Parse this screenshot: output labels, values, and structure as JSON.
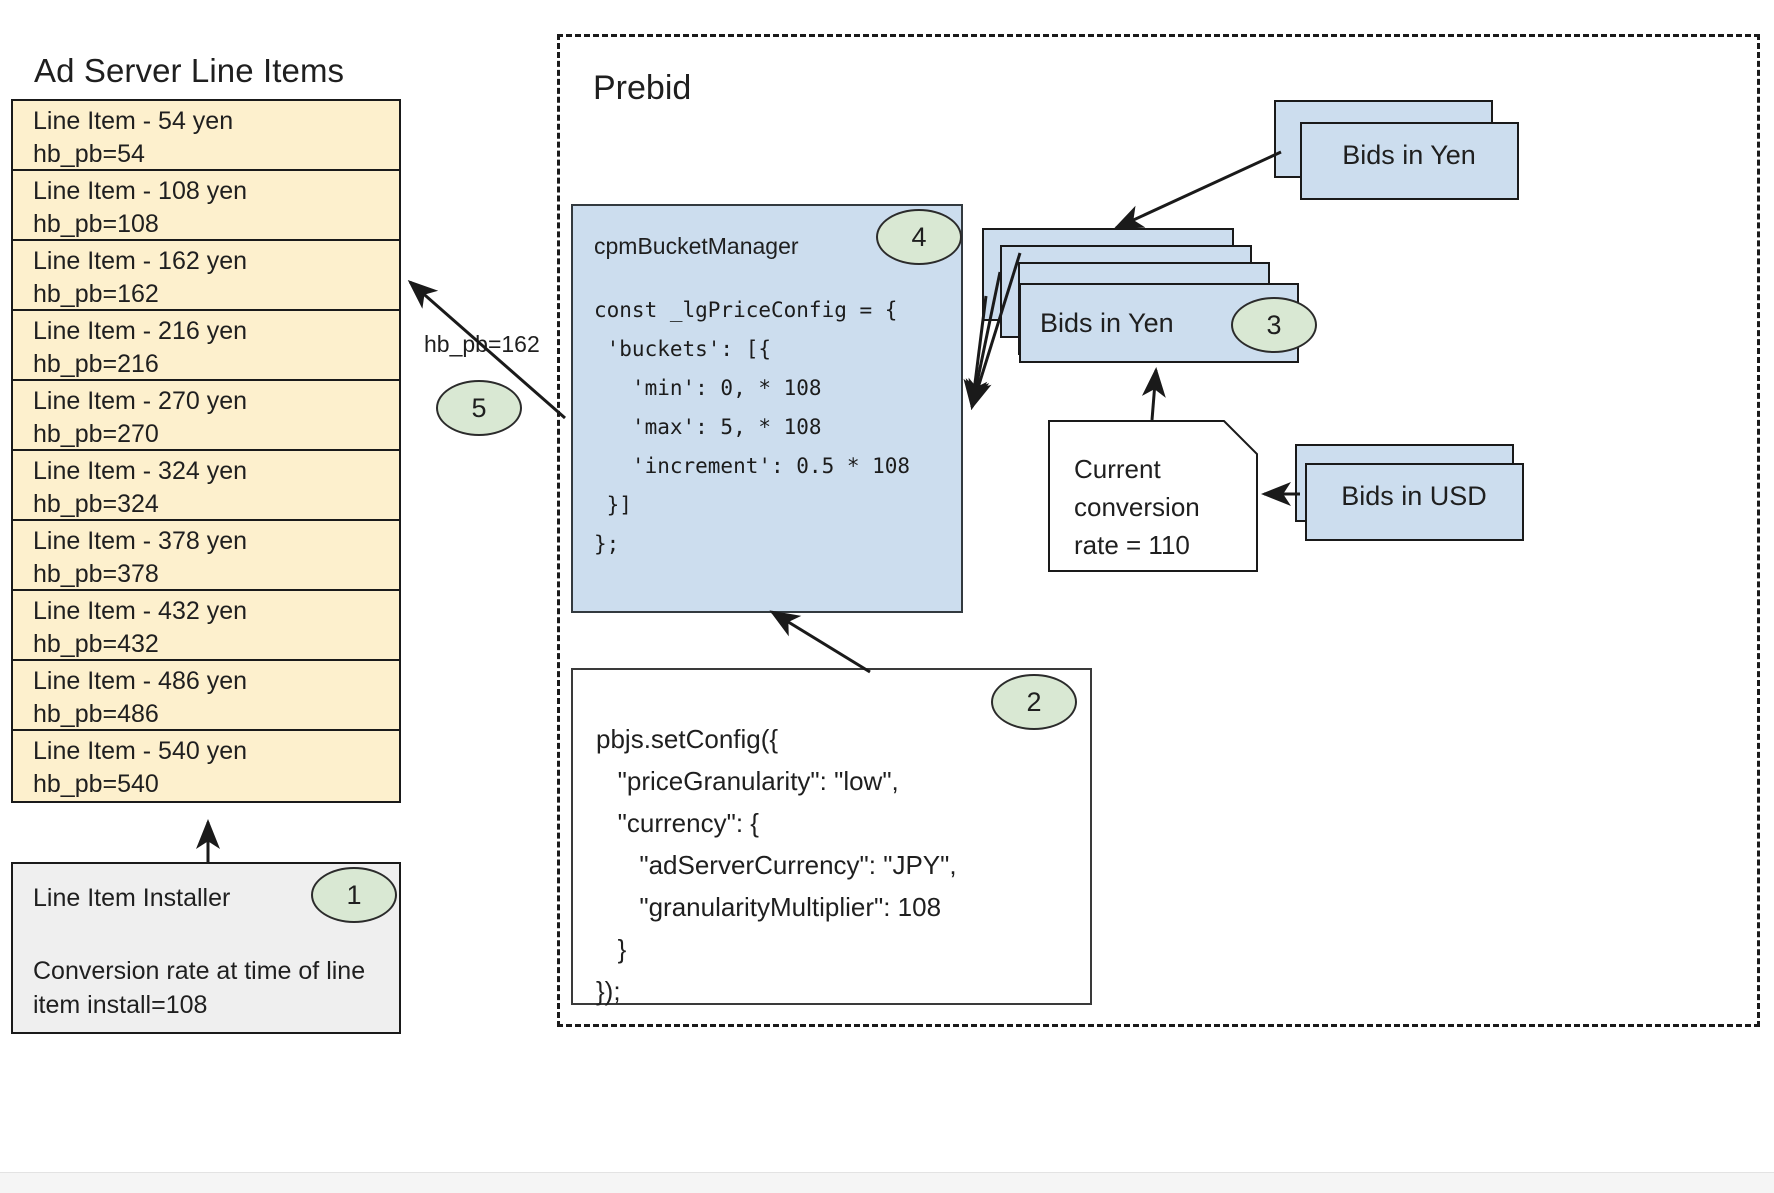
{
  "adServer": {
    "title": "Ad Server Line Items",
    "line_items": [
      {
        "name": "Line Item - 54 yen",
        "key": "hb_pb=54"
      },
      {
        "name": "Line Item - 108 yen",
        "key": "hb_pb=108"
      },
      {
        "name": "Line Item - 162 yen",
        "key": "hb_pb=162"
      },
      {
        "name": "Line Item - 216 yen",
        "key": "hb_pb=216"
      },
      {
        "name": "Line Item - 270 yen",
        "key": "hb_pb=270"
      },
      {
        "name": "Line Item - 324 yen",
        "key": "hb_pb=324"
      },
      {
        "name": "Line Item - 378 yen",
        "key": "hb_pb=378"
      },
      {
        "name": "Line Item - 432 yen",
        "key": "hb_pb=432"
      },
      {
        "name": "Line Item - 486 yen",
        "key": "hb_pb=486"
      },
      {
        "name": "Line Item - 540 yen",
        "key": "hb_pb=540"
      }
    ],
    "installer": {
      "title": "Line Item Installer",
      "note": "Conversion rate at time of line item install=108"
    }
  },
  "prebid": {
    "title": "Prebid",
    "cpm_bucket_manager": {
      "heading": "cpmBucketManager",
      "code": "const _lgPriceConfig = {\n 'buckets': [{\n   'min': 0, * 108\n   'max': 5, * 108\n   'increment': 0.5 * 108\n }]\n};"
    },
    "set_config": {
      "code": "pbjs.setConfig({\n   \"priceGranularity\": \"low\",\n   \"currency\": {\n      \"adServerCurrency\": \"JPY\",\n      \"granularityMultiplier\": 108\n   }\n});"
    },
    "bids_yen_top": "Bids in Yen",
    "bids_yen_stack": "Bids in Yen",
    "bids_usd": "Bids in USD",
    "conversion_note": "Current\nconversion\nrate = 110"
  },
  "badges": {
    "one": "1",
    "two": "2",
    "three": "3",
    "four": "4",
    "five": "5"
  },
  "edge_labels": {
    "hb_pb": "hb_pb=162"
  },
  "colors": {
    "line_item_fill": "#fdf0cd",
    "card_fill": "#ccddee",
    "badge_fill": "#d9e8d3",
    "installer_fill": "#efefef",
    "stroke": "#1a1a1a"
  }
}
